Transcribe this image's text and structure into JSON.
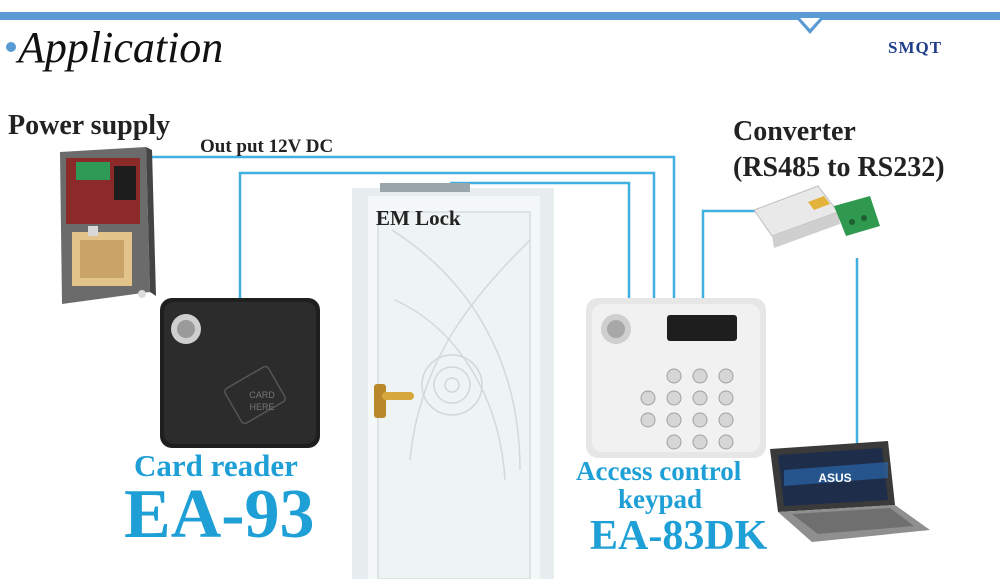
{
  "header": {
    "title": "Application",
    "brand": "SMQT",
    "accent_color": "#5b9bd5"
  },
  "labels": {
    "power_supply": "Power supply",
    "output": "Out put 12V DC",
    "converter_line1": "Converter",
    "converter_line2": "(RS485 to RS232)",
    "em_lock": "EM Lock",
    "card_reader": "Card reader",
    "card_reader_model": "EA-93",
    "keypad_line1": "Access control",
    "keypad_line2": "keypad",
    "keypad_model": "EA-83DK",
    "card_here": [
      "CARD",
      "HERE"
    ],
    "laptop_brand": "ASUS"
  },
  "colors": {
    "wire": "#3fb0e0",
    "label_blue": "#1e9fd6"
  }
}
